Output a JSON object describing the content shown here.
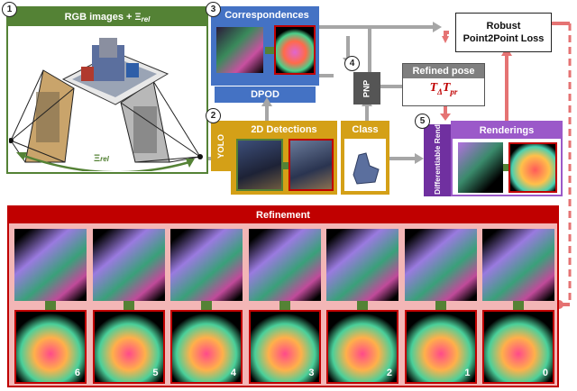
{
  "step_numbers": [
    "1",
    "2",
    "3",
    "4",
    "5"
  ],
  "input": {
    "title": "RGB images + Ξ",
    "title_sub": "rel",
    "baseline_label": "Ξ",
    "baseline_sub": "rel"
  },
  "correspondences": {
    "title": "Correspondences",
    "dpod_label": "DPOD"
  },
  "pnp": {
    "label": "PNP"
  },
  "refined_pose": {
    "title": "Refined pose",
    "formula_T": "T",
    "formula_delta": "Δ",
    "formula_T2": "T",
    "formula_pr": "pr"
  },
  "loss": {
    "line1": "Robust",
    "line2": "Point2Point Loss"
  },
  "yolo": {
    "label": "YOLO"
  },
  "detections": {
    "title": "2D Detections"
  },
  "class_box": {
    "title": "Class"
  },
  "renderer": {
    "label": "Differentiable Renderer"
  },
  "renderings": {
    "title": "Renderings"
  },
  "refinement": {
    "title": "Refinement",
    "iterations": [
      "6",
      "5",
      "4",
      "3",
      "2",
      "1",
      "0"
    ]
  },
  "colors": {
    "green": "#548235",
    "blue": "#4472c4",
    "gold": "#d4a017",
    "red": "#c00000",
    "purple": "#7030a0",
    "gray": "#7f7f7f",
    "pink": "#e57373"
  }
}
